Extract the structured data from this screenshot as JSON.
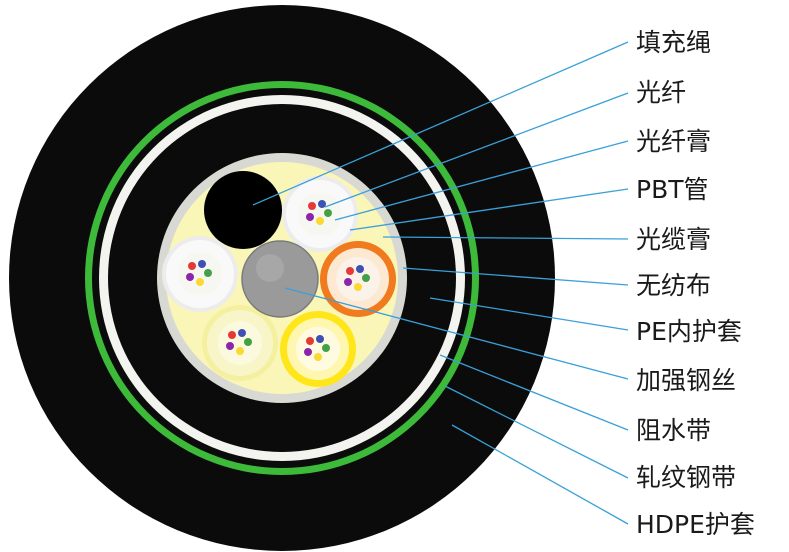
{
  "diagram": {
    "labels": [
      "填充绳",
      "光纤",
      "光纤膏",
      "PBT管",
      "光缆膏",
      "无纺布",
      "PE内护套",
      "加强钢丝",
      "阻水带",
      "轧纹钢带",
      "HDPE护套"
    ],
    "colors": {
      "sheath": "#0b0b0b",
      "armor_green": "#3dba3a",
      "water_block_tape": "#f3f3f0",
      "inner_sheath": "#0b0b0b",
      "nonwoven": "#d9d9d4",
      "cable_gel": "#faf6b8",
      "strength_member": "#9a9a9a",
      "leader_line": "#3aa0d8",
      "tube_white": "#ececec",
      "tube_orange": "#f07a1e",
      "tube_light_yellow": "#f4f0a0",
      "tube_yellow": "#ffe61a",
      "filler": "#000000"
    }
  }
}
